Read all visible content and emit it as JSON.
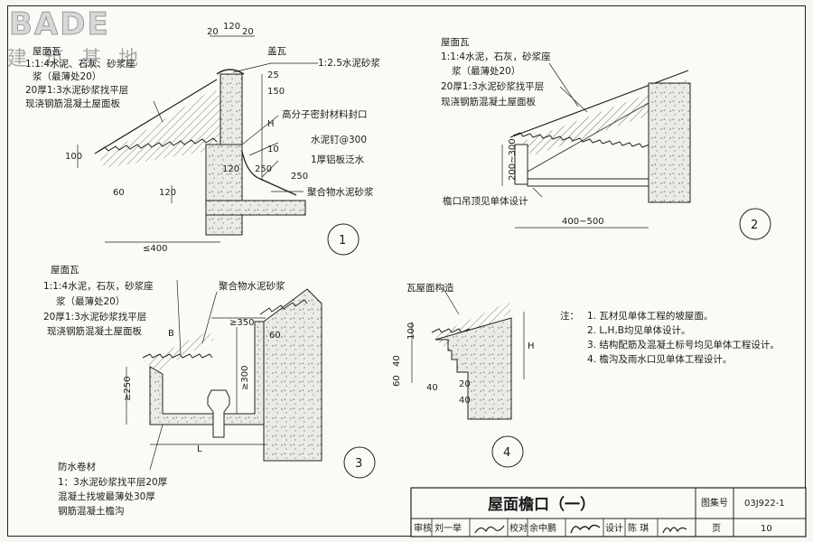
{
  "logo": {
    "brand": "BADE",
    "cn": "建 筑 基 地"
  },
  "detail1": {
    "dims": {
      "d20a": "20",
      "d120": "120",
      "d20b": "20",
      "d25": "25",
      "d150": "150",
      "dH": "H",
      "d10": "10",
      "d120b": "120",
      "d250": "250",
      "d250b": "250",
      "d100": "100",
      "d60": "60",
      "d120c": "120",
      "d400": "≤400"
    },
    "left_labels": [
      "屋面瓦",
      "1:1:4水泥、石灰、砂浆座",
      "浆（最薄处20）",
      "20厚1:3水泥砂浆找平层",
      "现浇钢筋混凝土屋面板"
    ],
    "right_labels": [
      "盖瓦",
      "1:2.5水泥砂浆",
      "高分子密封材料封口",
      "水泥钉@300",
      "1厚铝板泛水",
      "聚合物水泥砂浆"
    ],
    "circle": "1"
  },
  "detail2": {
    "labels": [
      "屋面瓦",
      "1:1:4水泥，石灰，砂浆座",
      "浆（最薄处20）",
      "20厚1:3水泥砂浆找平层",
      "现浇钢筋混凝土屋面板"
    ],
    "dims": {
      "d200300": "200~300",
      "d400500": "400~500"
    },
    "soffit": "檐口吊顶见单体设计",
    "circle": "2"
  },
  "detail3": {
    "labels": [
      "屋面瓦",
      "1:1:4水泥，石灰，砂浆座",
      "浆（最薄处20）",
      "20厚1:3水泥砂浆找平层",
      "现浇钢筋混凝土屋面板"
    ],
    "top_label": "聚合物水泥砂浆",
    "dims": {
      "d350": "≥350",
      "d300": "≥300",
      "d250": "≥250",
      "dB": "B",
      "dL": "L",
      "d60": "60"
    },
    "bottom_labels": [
      "防水卷材",
      "1：3水泥砂浆找平层20厚",
      "混凝土找坡最薄处30厚",
      "钢筋混凝土檐沟"
    ],
    "circle": "3"
  },
  "detail4": {
    "label": "瓦屋面构造",
    "dims": {
      "d100": "100",
      "d40": "40",
      "d60": "60",
      "d40b": "40",
      "d20": "20",
      "d40c": "40",
      "dH": "H"
    },
    "circle": "4"
  },
  "notes": {
    "prefix": "注：",
    "items": [
      "1.  瓦材见单体工程的坡屋面。",
      "2.  L,H,B均见单体设计。",
      "3.  结构配筋及混凝土标号均见单体工程设计。",
      "4.  檐沟及雨水口见单体工程设计。"
    ]
  },
  "title_block": {
    "title": "屋面檐口（一）",
    "atlas_label": "图集号",
    "atlas_no": "03J922-1",
    "review_label": "审核",
    "reviewer": "刘一举",
    "check_label": "校对",
    "checker": "余中鹏",
    "design_label": "设计",
    "designer": "陈 琪",
    "page_label": "页",
    "page_no": "10"
  }
}
